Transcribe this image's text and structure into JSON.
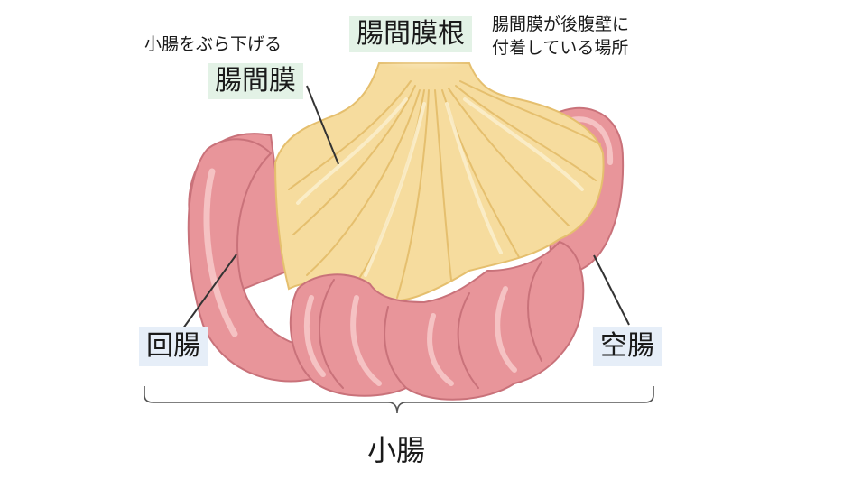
{
  "labels": {
    "mesentery_root": "腸間膜根",
    "mesentery_root_desc_line1": "腸間膜が後腹壁に",
    "mesentery_root_desc_line2": "付着している場所",
    "suspends_small_intestine": "小腸をぶら下げる",
    "mesentery": "腸間膜",
    "ileum": "回腸",
    "jejunum": "空腸",
    "small_intestine": "小腸"
  },
  "colors": {
    "intestine": "#e8959a",
    "intestine_highlight": "#f5c2c3",
    "intestine_shadow": "#c9727a",
    "mesentery": "#f6dc9e",
    "mesentery_fold": "#fbeecb",
    "mesentery_shadow": "#e5bf6e",
    "label_bg_green": "#e3f2e6",
    "label_bg_blue": "#e6eef8",
    "leader_line": "#333333"
  }
}
